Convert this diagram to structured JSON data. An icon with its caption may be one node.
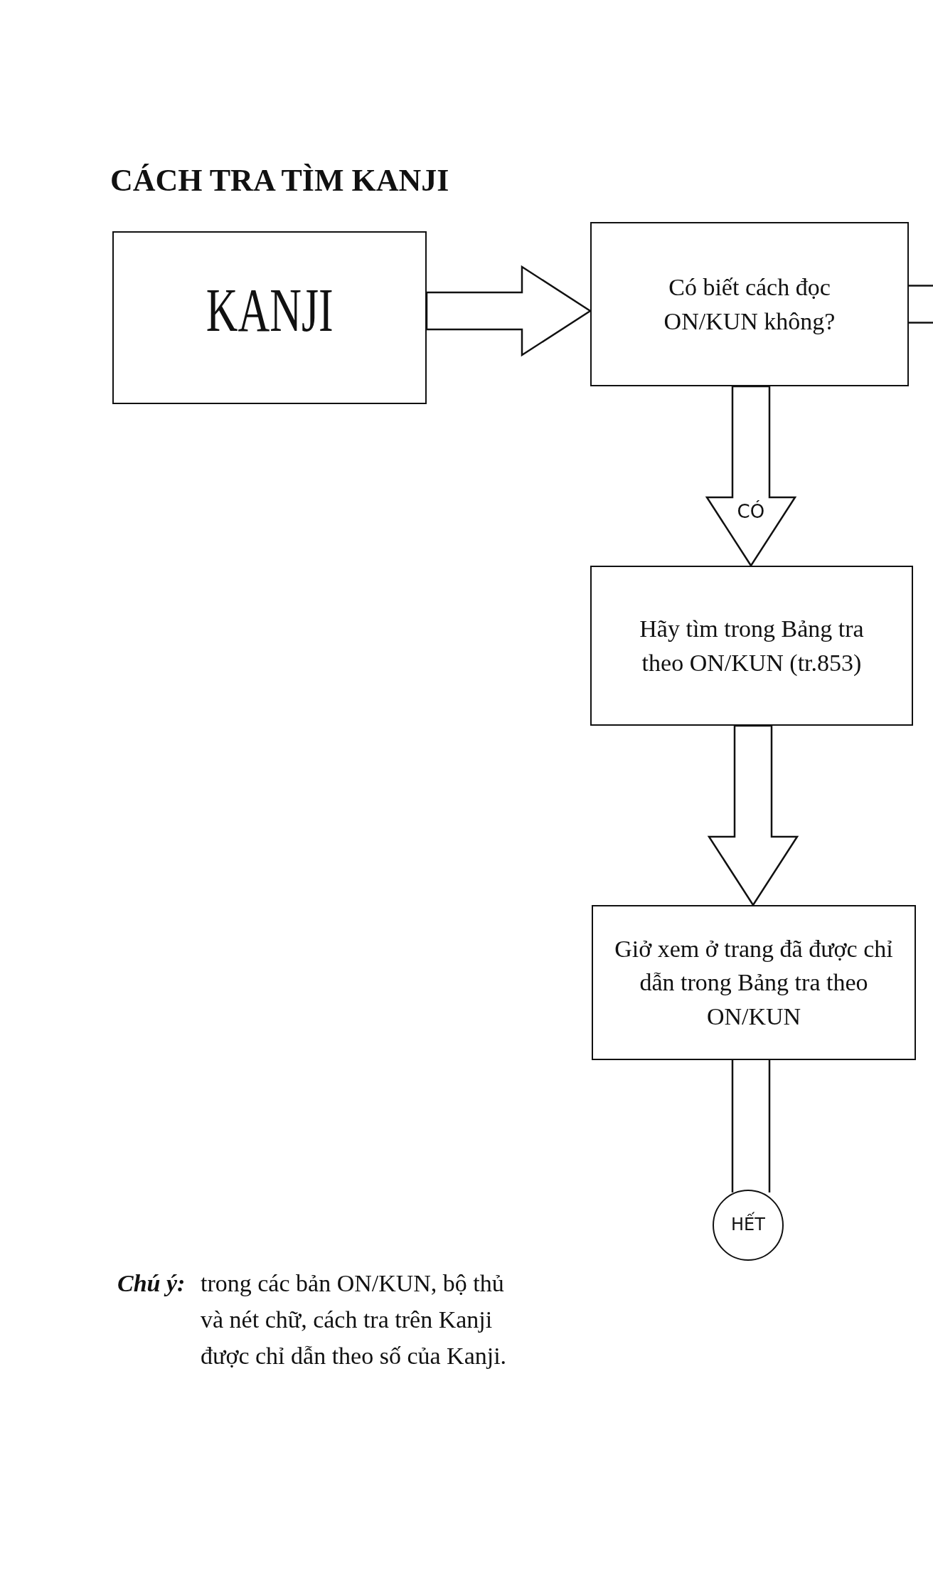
{
  "diagram": {
    "title": "CÁCH TRA TÌM KANJI",
    "nodes": [
      {
        "text": [
          "KANJI"
        ]
      },
      {
        "text": [
          "Có biết cách đọc ON/KUN không?"
        ]
      },
      {
        "text": [
          "Hãy tìm trong Bảng tra theo ON/KUN (tr.853)"
        ]
      },
      {
        "text": [
          "Giở xem ở trang đã được chỉ dẫn trong Bảng tra theo ON/KUN"
        ]
      },
      {
        "text": [
          "HẾT"
        ]
      }
    ],
    "edges": [
      {
        "from": 0,
        "to": 1,
        "arrow": "to"
      },
      {
        "from": 1,
        "to": null,
        "arrow": "none"
      },
      {
        "from": 1,
        "to": 2,
        "arrow": "to",
        "label": "CÓ"
      },
      {
        "from": 2,
        "to": 3,
        "arrow": "to"
      },
      {
        "from": 3,
        "to": 4,
        "arrow": "none"
      }
    ],
    "labels": [
      "Chú ý:",
      "trong các bản ON/KUN, bộ thủ và nét chữ, cách tra trên Kanji được chỉ dẫn theo số của Kanji."
    ]
  }
}
